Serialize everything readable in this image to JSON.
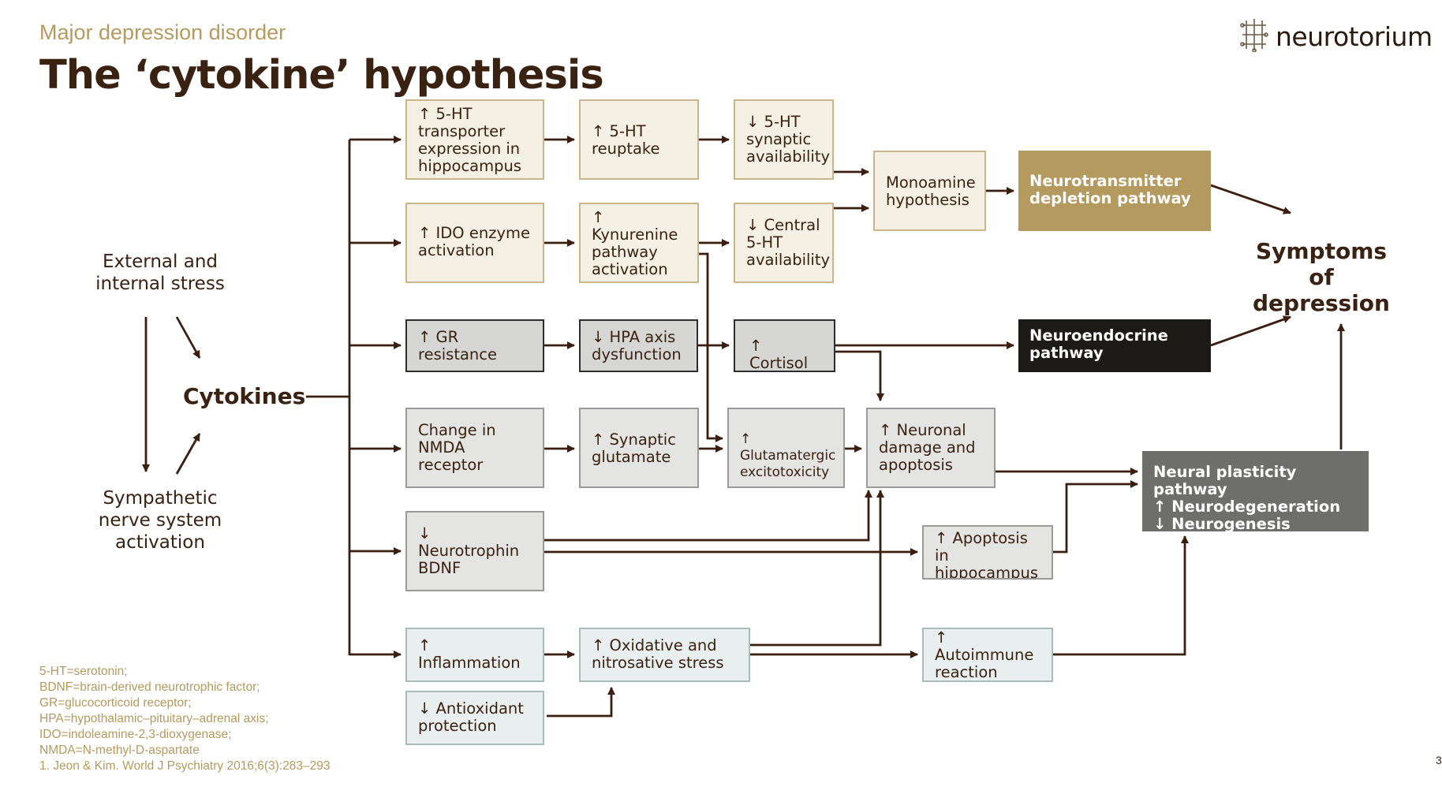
{
  "header": {
    "subtitle": "Major depression disorder",
    "title": "The ‘cytokine’ hypothesis",
    "logo_text": "neurotorium",
    "logo_icon": "brain-circuit-icon"
  },
  "left": {
    "stress": "External and internal stress",
    "cytokines": "Cytokines",
    "sympathetic": "Sympathetic nerve system activation"
  },
  "boxes": {
    "ht_transporter": "↑ 5-HT transporter expression in hippocampus",
    "ht_reuptake": "↑ 5-HT reuptake",
    "ht_synaptic": "↓ 5-HT synaptic availability",
    "ido": "↑ IDO enzyme activation",
    "kynurenine": "↑ Kynurenine pathway activation",
    "central_ht": "↓ Central 5-HT availability",
    "monoamine": "Monoamine hypothesis",
    "neurotransmitter": "Neurotransmitter depletion pathway",
    "symptoms": "Symptoms of depression",
    "gr": "↑ GR resistance",
    "hpa": "↓ HPA axis dysfunction",
    "cortisol": "↑ Cortisol",
    "neuroendocrine": "Neuroendocrine pathway",
    "nmda": "Change in NMDA receptor",
    "synaptic_glutamate": "↑ Synaptic glutamate",
    "glutamatergic": "↑ Glutamatergic excitotoxicity",
    "neuronal": "↑ Neuronal damage and apoptosis",
    "plasticity_title": "Neural plasticity pathway",
    "plasticity_line1": "↑ Neurodegeneration",
    "plasticity_line2": "↓ Neurogenesis",
    "bdnf": "↓ Neurotrophin BDNF",
    "apoptosis": "↑ Apoptosis in hippocampus",
    "inflammation": "↑ Inflammation",
    "oxidative": "↑ Oxidative and nitrosative stress",
    "autoimmune": "↑ Autoimmune reaction",
    "antioxidant": "↓ Antioxidant protection"
  },
  "footnotes": [
    "5-HT=serotonin;",
    "BDNF=brain-derived neurotrophic factor;",
    "GR=glucocorticoid receptor;",
    "HPA=hypothalamic–pituitary–adrenal axis;",
    "IDO=indoleamine-2,3-dioxygenase;",
    "NMDA=N-methyl-D-aspartate",
    "1. Jeon & Kim. World J Psychiatry 2016;6(3):283–293"
  ],
  "page_number": "3",
  "colors": {
    "accent_gold": "#b49a5e",
    "dark_brown": "#3a2212",
    "arrow": "#3a1f10"
  }
}
